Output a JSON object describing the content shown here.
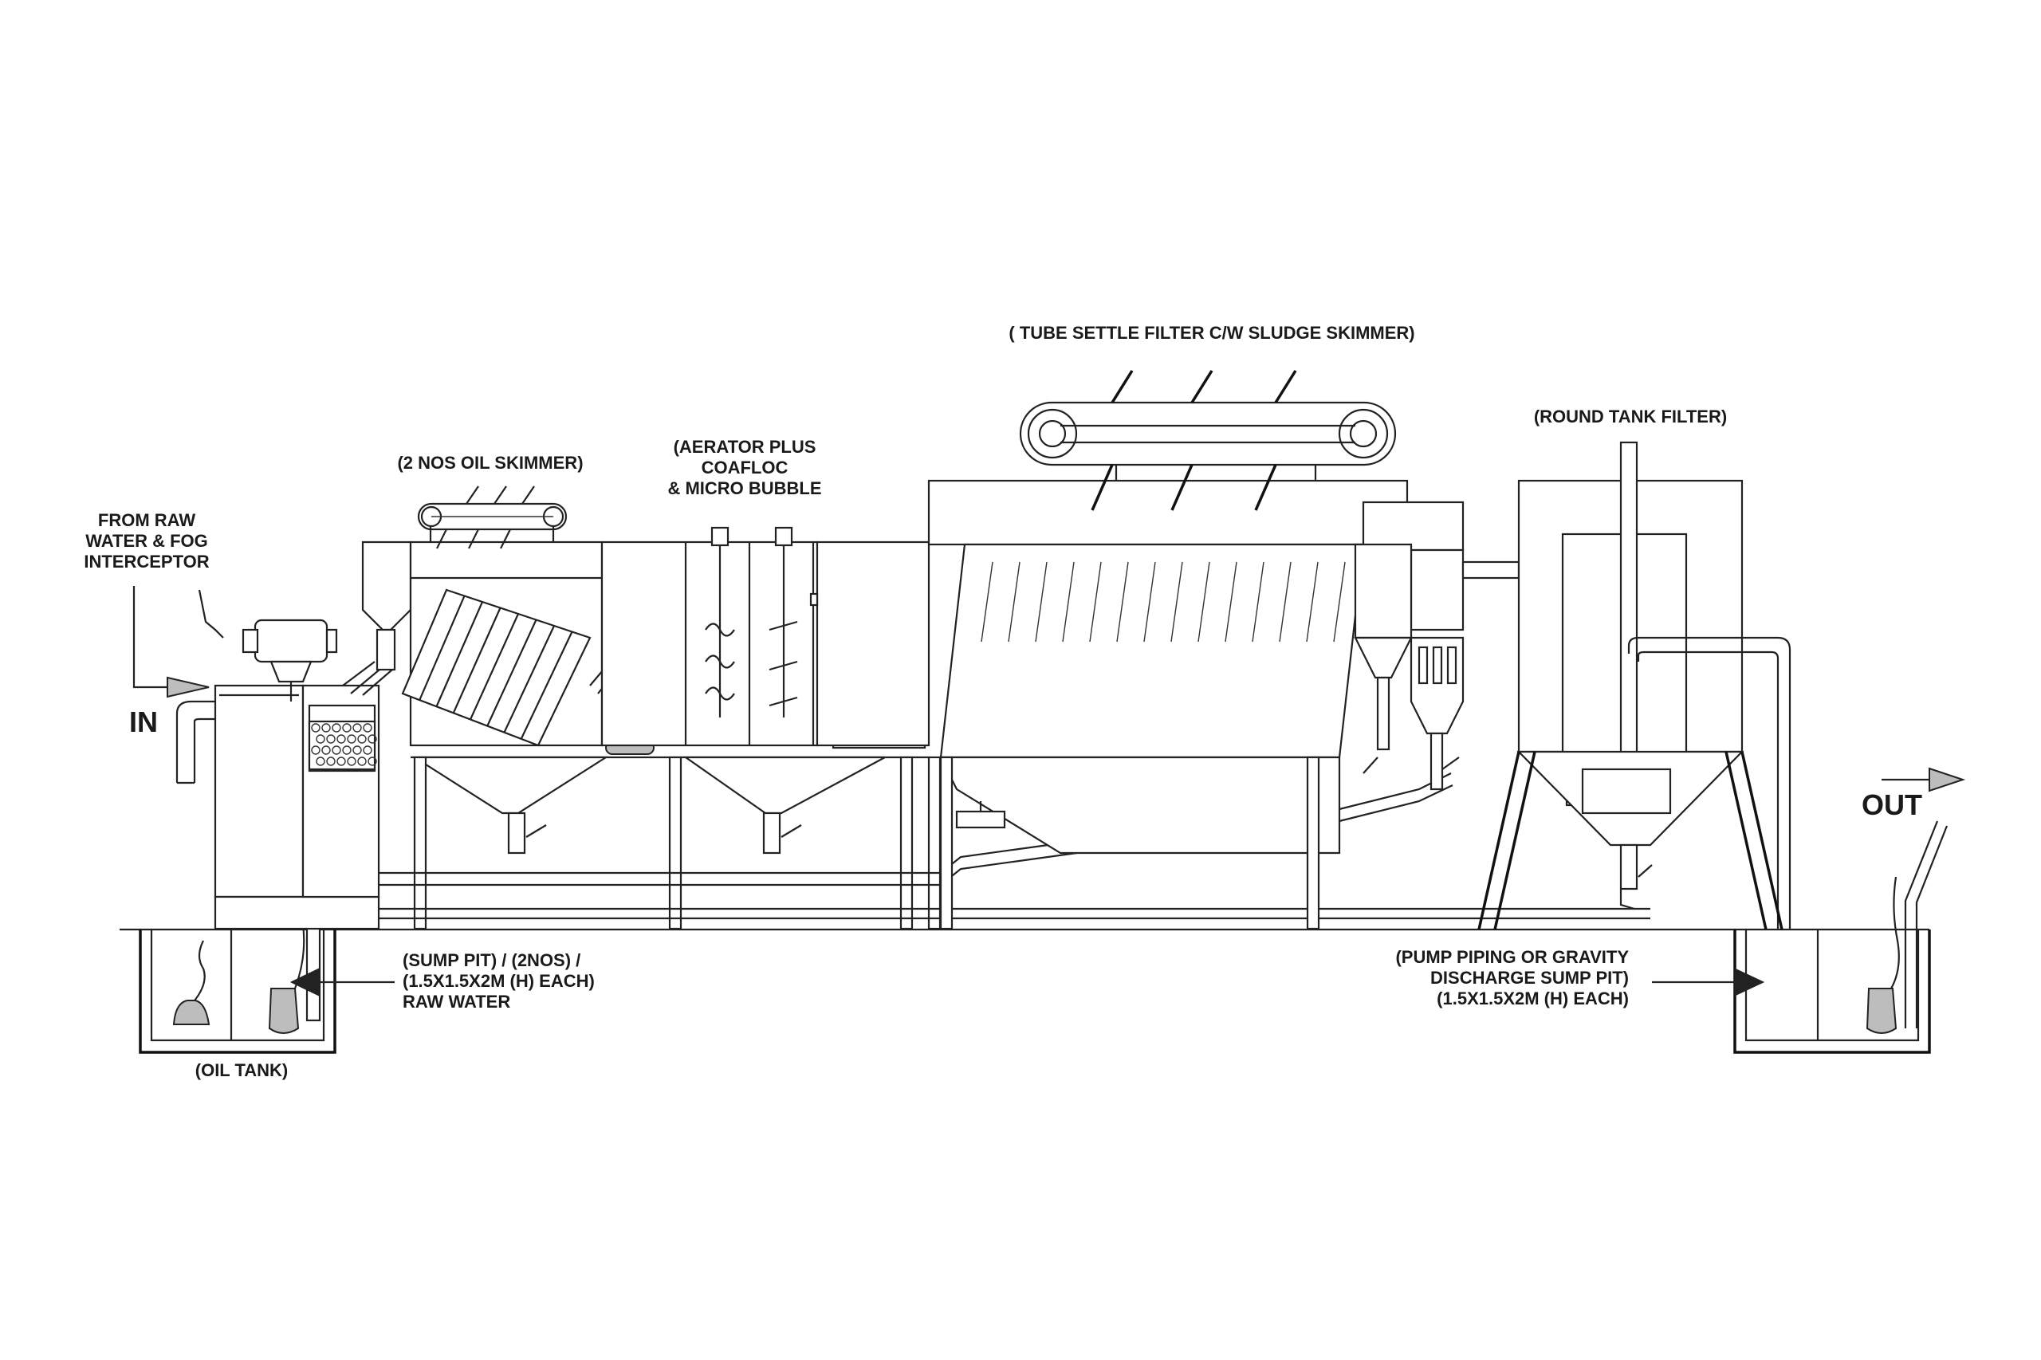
{
  "labels": {
    "from_raw": [
      "FROM RAW",
      "WATER & FOG",
      "INTERCEPTOR"
    ],
    "in": "IN",
    "out": "OUT",
    "oil_skimmer": "(2 NOS OIL SKIMMER)",
    "aerator": [
      "(AERATOR PLUS",
      "COAFLOC",
      "& MICRO BUBBLE"
    ],
    "tube_settle": "( TUBE SETTLE FILTER C/W SLUDGE SKIMMER)",
    "round_tank": "(ROUND TANK FILTER)",
    "sump_pit": [
      "(SUMP PIT) / (2NOS) /",
      "(1.5X1.5X2M (H) EACH)",
      "RAW WATER"
    ],
    "oil_tank": "(OIL TANK)",
    "discharge": [
      "(PUMP PIPING OR GRAVITY",
      "DISCHARGE SUMP PIT)",
      "(1.5X1.5X2M (H) EACH)"
    ]
  }
}
